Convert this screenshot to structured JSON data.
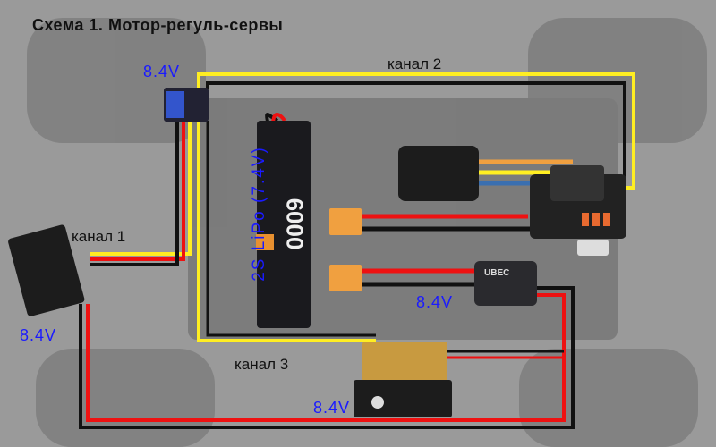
{
  "title": "Схема 1. Мотор-регуль-сервы",
  "labels": {
    "channel1": "канал 1",
    "channel2": "канал 2",
    "channel3": "канал 3",
    "battery": "2S LiPo (7.4V)"
  },
  "voltages": {
    "receiver": "8.4V",
    "steering_servo": "8.4V",
    "ubec": "8.4V",
    "bottom_servo": "8.4V"
  },
  "components": {
    "battery_capacity": "6000",
    "ubec_brand": "UBEC"
  },
  "colors": {
    "background": "#9a9a9a",
    "signal": "#ffee22",
    "positive": "#ee1111",
    "negative": "#111111",
    "voltage_text": "#1a1aff"
  }
}
